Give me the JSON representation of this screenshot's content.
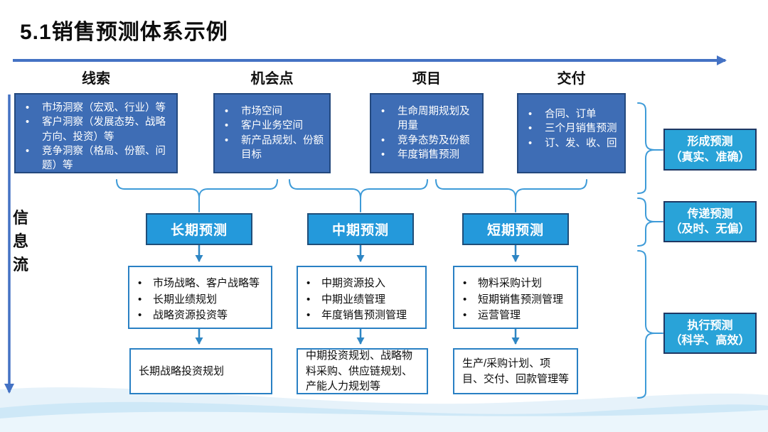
{
  "title": "5.1销售预测体系示例",
  "info_flow_label": "信息流",
  "colors": {
    "accent_arrow": "#4472C4",
    "top_box_fill": "#3E6DB5",
    "top_box_border": "#24497E",
    "forecast_fill": "#2499DB",
    "stage_fill": "#29A3D8",
    "navy_border": "#1F3864",
    "white_box_border": "#2980C4",
    "connector": "#3E9BD8"
  },
  "columns": [
    {
      "header": "线索",
      "items": [
        "市场洞察（宏观、行业）等",
        "客户洞察（发展态势、战略方向、投资）等",
        "竞争洞察（格局、份额、问题）等"
      ]
    },
    {
      "header": "机会点",
      "items": [
        "市场空间",
        "客户业务空间",
        "新产品规划、份额目标"
      ]
    },
    {
      "header": "项目",
      "items": [
        "生命周期规划及用量",
        "竞争态势及份额",
        "年度销售预测"
      ]
    },
    {
      "header": "交付",
      "items": [
        "合同、订单",
        "三个月销售预测",
        "订、发、收、回"
      ]
    }
  ],
  "forecasts": [
    {
      "label": "长期预测",
      "tasks": [
        "市场战略、客户战略等",
        "长期业绩规划",
        "战略资源投资等"
      ],
      "output": "长期战略投资规划"
    },
    {
      "label": "中期预测",
      "tasks": [
        "中期资源投入",
        "中期业绩管理",
        "年度销售预测管理"
      ],
      "output": "中期投资规划、战略物料采购、供应链规划、产能人力规划等"
    },
    {
      "label": "短期预测",
      "tasks": [
        "物料采购计划",
        "短期销售预测管理",
        "运营管理"
      ],
      "output": "生产/采购计划、项目、交付、回款管理等"
    }
  ],
  "stages": [
    {
      "line1": "形成预测",
      "line2": "（真实、准确）"
    },
    {
      "line1": "传递预测",
      "line2": "（及时、无偏）"
    },
    {
      "line1": "执行预测",
      "line2": "（科学、高效）"
    }
  ]
}
